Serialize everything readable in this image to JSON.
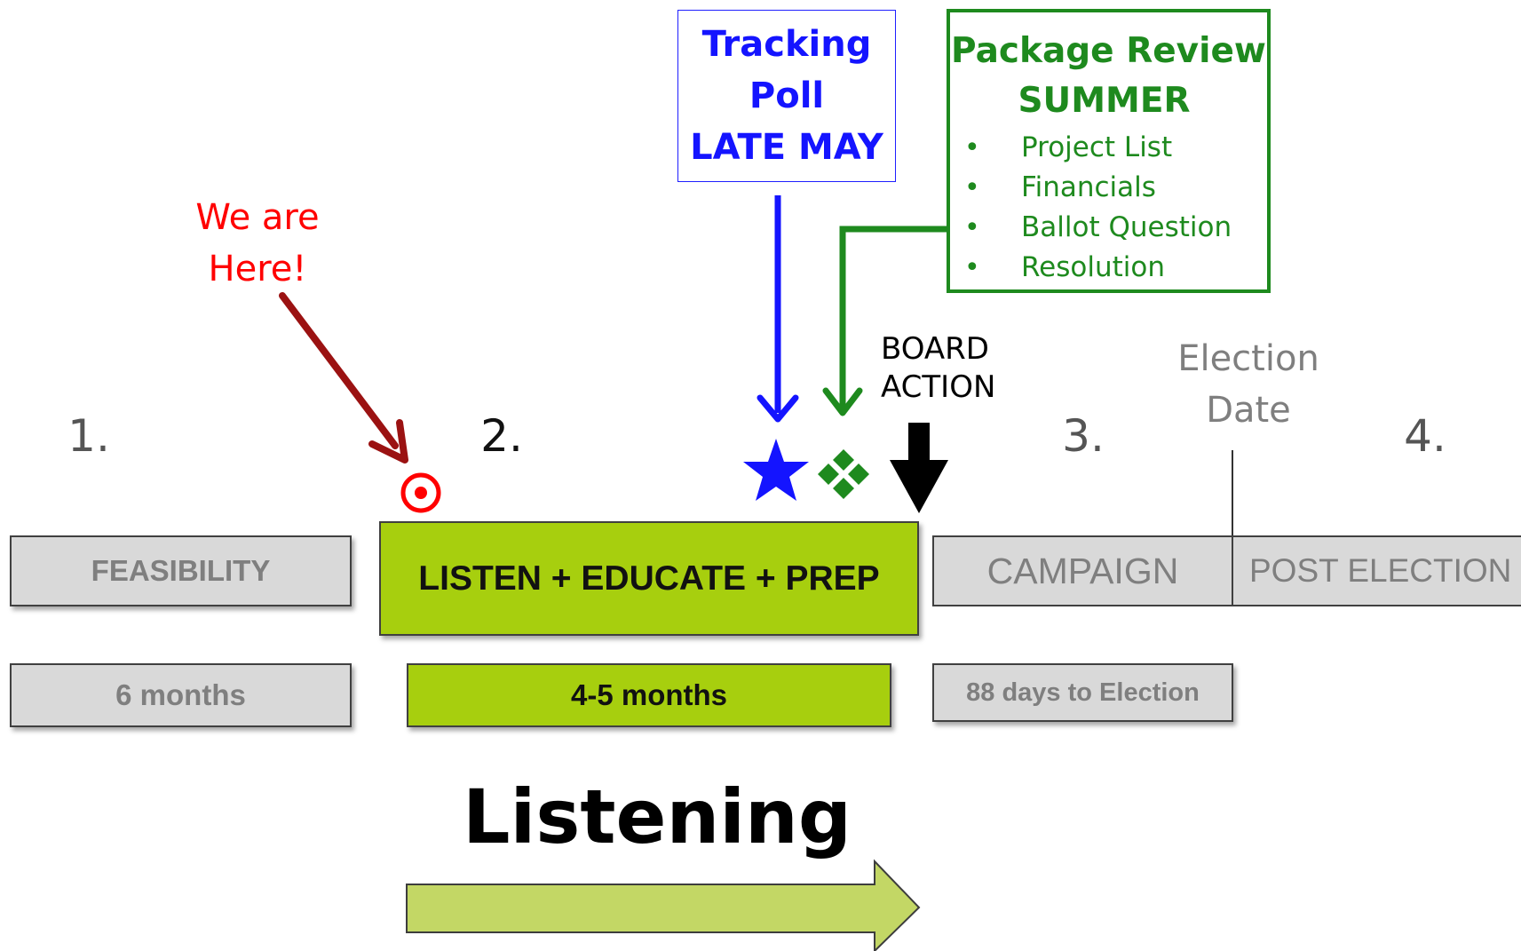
{
  "phases": {
    "n1": "1.",
    "n2": "2.",
    "n3": "3.",
    "n4": "4."
  },
  "we_are_here": {
    "line1": "We are",
    "line2": "Here!"
  },
  "tracking_poll": {
    "line1": "Tracking",
    "line2": "Poll",
    "line3": "LATE MAY"
  },
  "package_review": {
    "title1": "Package Review",
    "title2": "SUMMER",
    "items": [
      "Project List",
      "Financials",
      "Ballot Question",
      "Resolution"
    ]
  },
  "board_action": {
    "line1": "BOARD",
    "line2": "ACTION"
  },
  "election_date": {
    "line1": "Election",
    "line2": "Date"
  },
  "stages": {
    "feasibility": "FEASIBILITY",
    "listen": "LISTEN + EDUCATE + PREP",
    "campaign": "CAMPAIGN",
    "post_election": "POST ELECTION"
  },
  "durations": {
    "feasibility": "6 months",
    "listen": "4-5 months",
    "campaign": "88 days to Election"
  },
  "listening_label": "Listening",
  "colors": {
    "accent_green": "#a7cf0e",
    "arrow_green": "#c3d765",
    "review_green": "#1e8a1e",
    "poll_blue": "#1414ff",
    "here_red": "#ff0000",
    "here_arrow": "#9b1212",
    "gray_fill": "#d9d9d9"
  }
}
